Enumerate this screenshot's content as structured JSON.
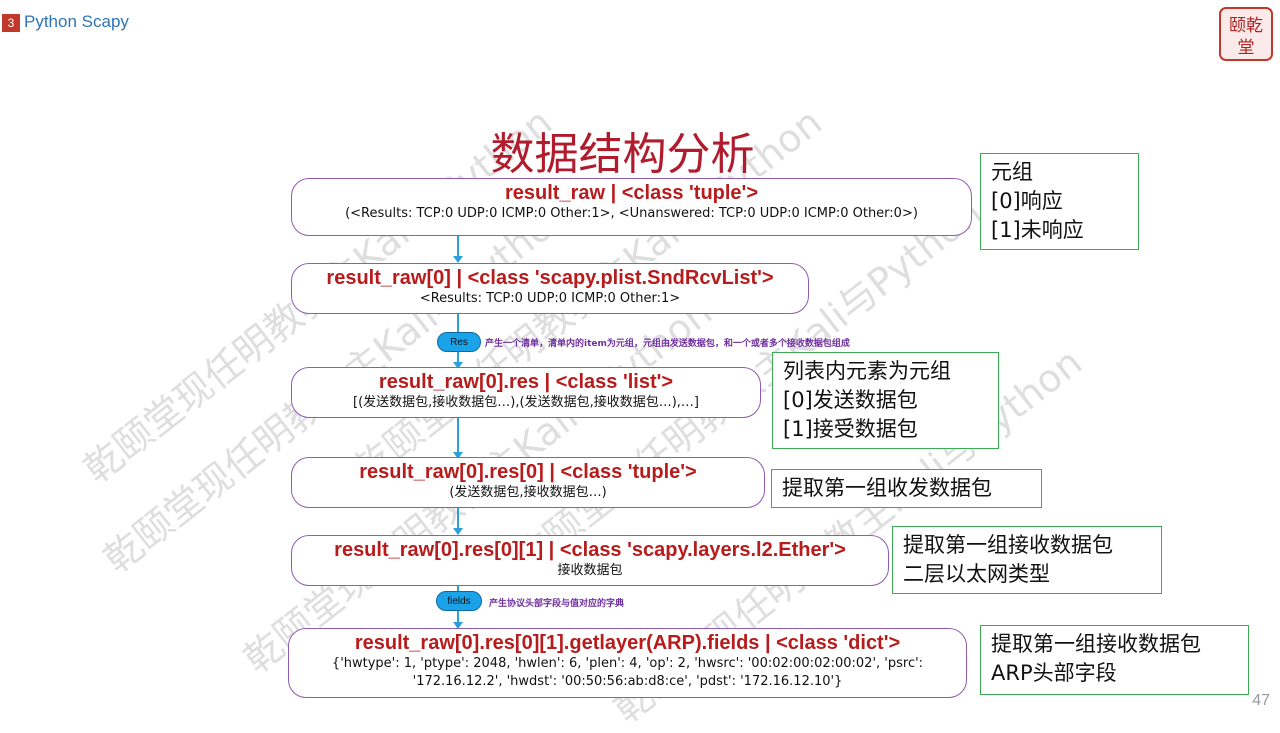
{
  "header": {
    "section_number": "3",
    "section_title": "Python Scapy"
  },
  "title": "数据结构分析",
  "watermark": "乾颐堂现任明教教主Kali与Python",
  "logo_text": "颐乾堂",
  "boxes": [
    {
      "heading": "result_raw | <class 'tuple'>",
      "detail": "(<Results: TCP:0 UDP:0 ICMP:0 Other:1>, <Unanswered: TCP:0 UDP:0 ICMP:0 Other:0>)"
    },
    {
      "heading": "result_raw[0] | <class 'scapy.plist.SndRcvList'>",
      "detail": "<Results: TCP:0 UDP:0 ICMP:0 Other:1>"
    },
    {
      "heading": "result_raw[0].res | <class 'list'>",
      "detail": "[(发送数据包,接收数据包…),(发送数据包,接收数据包…),…]"
    },
    {
      "heading": "result_raw[0].res[0] | <class 'tuple'>",
      "detail": "(发送数据包,接收数据包…)"
    },
    {
      "heading": "result_raw[0].res[0][1] | <class 'scapy.layers.l2.Ether'>",
      "detail": "接收数据包"
    },
    {
      "heading": "result_raw[0].res[0][1].getlayer(ARP).fields | <class 'dict'>",
      "detail_line1": "{'hwtype': 1, 'ptype': 2048, 'hwlen': 6, 'plen': 4, 'op': 2, 'hwsrc': '00:02:00:02:00:02', 'psrc':",
      "detail_line2": "'172.16.12.2', 'hwdst': '00:50:56:ab:d8:ce', 'pdst': '172.16.12.10'}"
    }
  ],
  "notes": [
    {
      "lines": [
        "元组",
        "[0]响应",
        "[1]未响应"
      ]
    },
    {
      "lines": [
        "列表内元素为元组",
        "[0]发送数据包",
        "[1]接受数据包"
      ]
    },
    {
      "lines": [
        "提取第一组收发数据包"
      ]
    },
    {
      "lines": [
        "提取第一组接收数据包",
        "二层以太网类型"
      ]
    },
    {
      "lines": [
        "提取第一组接收数据包",
        "ARP头部字段"
      ]
    }
  ],
  "connectors": [
    {
      "pill": "Res",
      "label": "产生一个清单，清单内的item为元组，元组由发送数据包，和一个或者多个接收数据包组成"
    },
    {
      "pill": "fields",
      "label": "产生协议头部字段与值对应的字典"
    }
  ],
  "page_number": "47",
  "colors": {
    "heading": "#b81b1b",
    "box_border": "#8e5cb5",
    "note_border": "#3daa55",
    "connector": "#2aa0dd",
    "title": "#b01c2e"
  }
}
